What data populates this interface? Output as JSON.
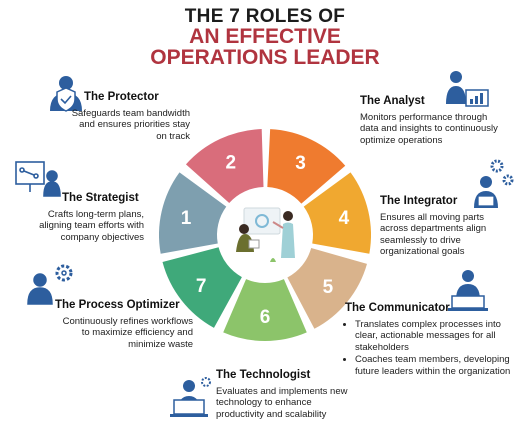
{
  "title": {
    "line1": "THE 7 ROLES OF",
    "line2a": "AN EFFECTIVE",
    "line2b": "OPERATIONS LEADER"
  },
  "colors": {
    "title_red": "#b0343f",
    "seg1": "#7e9faf",
    "seg2": "#d96d7b",
    "seg3": "#ef7b2f",
    "seg4": "#f0a830",
    "seg5": "#d9b38c",
    "seg6": "#8cc46a",
    "seg7": "#3fa97a",
    "icon_blue": "#2d5e9e"
  },
  "segments": [
    {
      "number": "1"
    },
    {
      "number": "2"
    },
    {
      "number": "3"
    },
    {
      "number": "4"
    },
    {
      "number": "5"
    },
    {
      "number": "6"
    },
    {
      "number": "7"
    }
  ],
  "roles": {
    "protector": {
      "title": "The Protector",
      "desc": "Safeguards team bandwidth and ensures priorities stay on track",
      "icon": "shield-person-icon"
    },
    "analyst": {
      "title": "The Analyst",
      "desc": "Monitors performance through data and insights to continuously optimize operations",
      "icon": "analyst-chart-icon"
    },
    "strategist": {
      "title": "The Strategist",
      "desc": "Crafts long-term plans, aligning team efforts with company objectives",
      "icon": "strategy-board-icon"
    },
    "integrator": {
      "title": "The Integrator",
      "desc": "Ensures all moving parts across departments align seamlessly to drive organizational goals",
      "icon": "gears-person-icon"
    },
    "process_optimizer": {
      "title": "The Process Optimizer",
      "desc": "Continuously refines workflows to maximize efficiency and minimize waste",
      "icon": "process-gear-icon"
    },
    "communicator": {
      "title": "The Communicator",
      "bullets": [
        "Translates complex processes into clear, actionable messages for all stakeholders",
        "Coaches team members, developing future leaders within the organization"
      ],
      "icon": "presenter-laptop-icon"
    },
    "technologist": {
      "title": "The Technologist",
      "desc": "Evaluates and implements new technology to enhance productivity and scalability",
      "icon": "tech-laptop-icon"
    }
  }
}
